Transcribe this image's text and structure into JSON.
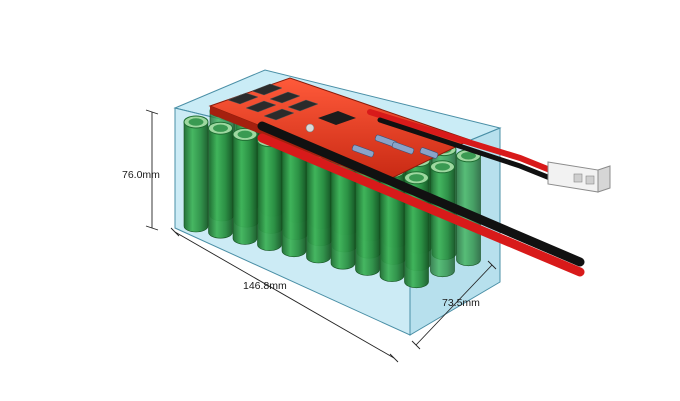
{
  "diagram": {
    "subject": "battery-pack-3d-render",
    "cells": {
      "rows": 3,
      "columns": 10,
      "visible_front_cells": 10
    },
    "colors": {
      "enclosure_fill": "#8fd2e8",
      "enclosure_edge": "#4a8fa6",
      "cell_body": "#2f9a4a",
      "cell_body_dark": "#1f6f33",
      "cell_top": "#9ed8a0",
      "pcb": "#e8371f",
      "pcb_dark": "#a5200f",
      "wire_red": "#d81a1a",
      "wire_black": "#111111",
      "connector": "#f2f2f2",
      "dimension_line": "#222222"
    },
    "dimensions": {
      "height": "76.0mm",
      "length": "146.8mm",
      "width": "73.5mm"
    }
  }
}
